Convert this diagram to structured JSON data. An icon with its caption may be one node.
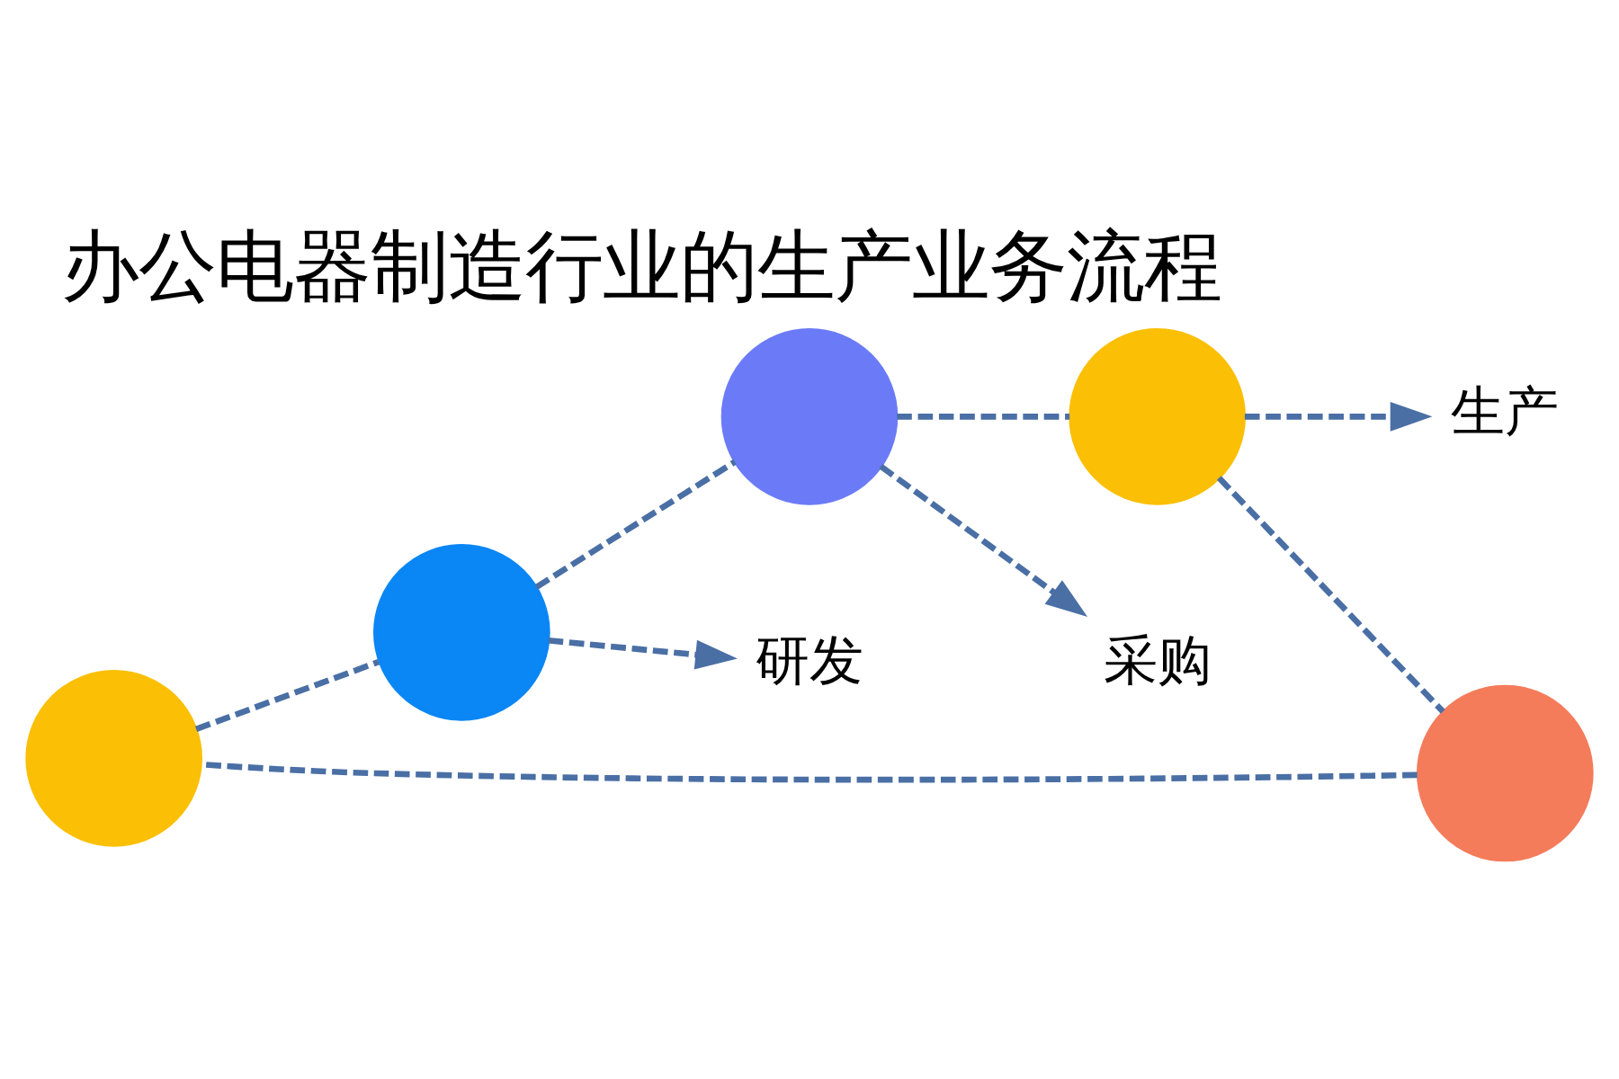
{
  "diagram": {
    "title": "办公电器制造行业的生产业务流程",
    "nodes": [
      {
        "text": [],
        "shape": "circle"
      },
      {
        "text": [],
        "shape": "circle"
      },
      {
        "text": [],
        "shape": "circle"
      },
      {
        "text": [],
        "shape": "circle"
      },
      {
        "text": [],
        "shape": "circle"
      },
      {
        "text": [
          "研发"
        ]
      },
      {
        "text": [
          "采购"
        ]
      },
      {
        "text": [
          "生产"
        ]
      }
    ],
    "edges": [
      {
        "from": 0,
        "to": 1,
        "arrow": "none",
        "style": "dashed"
      },
      {
        "from": 1,
        "to": 2,
        "arrow": "none",
        "style": "dashed"
      },
      {
        "from": 2,
        "to": 4,
        "arrow": "none",
        "style": "dashed"
      },
      {
        "from": 4,
        "to": 3,
        "arrow": "none",
        "style": "dashed"
      },
      {
        "from": 3,
        "to": 0,
        "arrow": "none",
        "style": "dashed"
      },
      {
        "from": 1,
        "to": 5,
        "arrow": "to",
        "style": "dashed"
      },
      {
        "from": 2,
        "to": 6,
        "arrow": "to",
        "style": "dashed"
      },
      {
        "from": 4,
        "to": 7,
        "arrow": "to",
        "style": "dashed"
      }
    ]
  }
}
